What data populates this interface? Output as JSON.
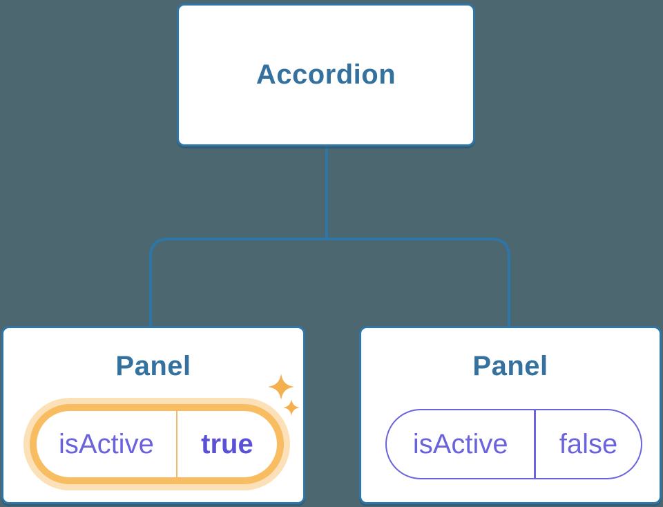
{
  "diagram": {
    "type": "component-tree",
    "root": {
      "label": "Accordion"
    },
    "children": [
      {
        "title": "Panel",
        "state_key": "isActive",
        "state_value": "true",
        "highlighted": true,
        "badge_icon": "sparkles-icon"
      },
      {
        "title": "Panel",
        "state_key": "isActive",
        "state_value": "false",
        "highlighted": false
      }
    ],
    "colors": {
      "background": "#4c6770",
      "node_fill": "#ffffff",
      "node_border": "#2e76a8",
      "node_text": "#35719e",
      "connector": "#2e76a8",
      "state_text": "#6a63dc",
      "state_value_active_text": "#5a51d6",
      "highlight_ring": "#f8bc61",
      "highlight_glow": "rgba(248,188,97,0.45)",
      "sparkle": "#f4b04f"
    }
  }
}
